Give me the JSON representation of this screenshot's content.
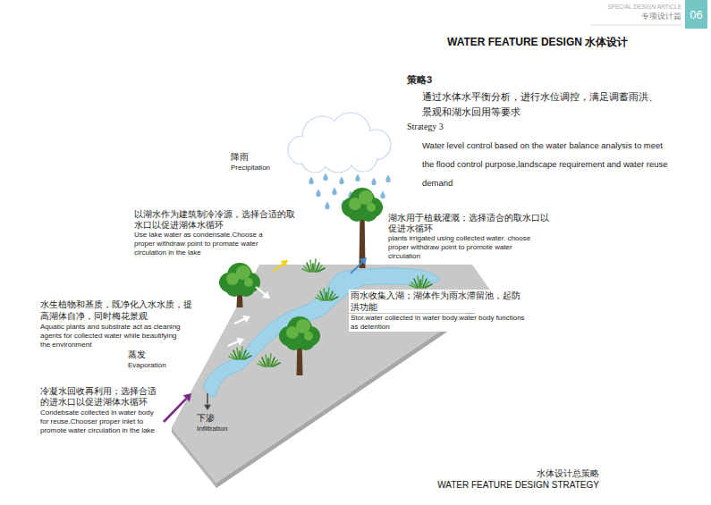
{
  "diagram": {
    "title": "WATER FEATURE DESIGN 水体设计",
    "caption": "WATER FEATURE DESIGN STRATEGY",
    "nodes": [
      {
        "text": [
          "06"
        ]
      }
    ],
    "labels": [
      "SPECIAL DESIGN ARTICLE",
      "专项设计篇",
      "策略3",
      "通过水体水平衡分析，进行水位调控，满足调蓄雨洪、景观和湖水回用等要求",
      "Strategy 3",
      "Water level control based on the water balance analysis to meet the flood control purpose,landscape requirement and water reuse demand",
      "降雨",
      "Precipitation",
      "以湖水作为建筑制冷冷源，选择合适的取水口以促进湖体水循环",
      "Use lake water as condensate.Choose a proper withdraw point to promate water circulation in the lake",
      "湖水用于植栽灌溉；选择适合的取水口以促进水循环",
      "plants irrigated using collected water. choose proper withdraw point to promote water circulation",
      "水生植物和基质，既净化入水水质，提高湖体自净，同时梅花景观",
      "Aquatic plants and substrate act as cleaning agents for collected water while beautifying the environment",
      "雨水收集入湖；湖体作为雨水滞留池，起防洪功能",
      "Stor.water collected in water body.water body functions as detention",
      "蒸发",
      "Evaporation",
      "冷凝水回收再利用；选择合适的进水口以促进湖体水循环",
      "Condebsate collected in water body for reuse.Chooser proper inlet to promote water circulation in the lake",
      "下渗",
      "Infiltration",
      "水体设计总策略"
    ]
  }
}
